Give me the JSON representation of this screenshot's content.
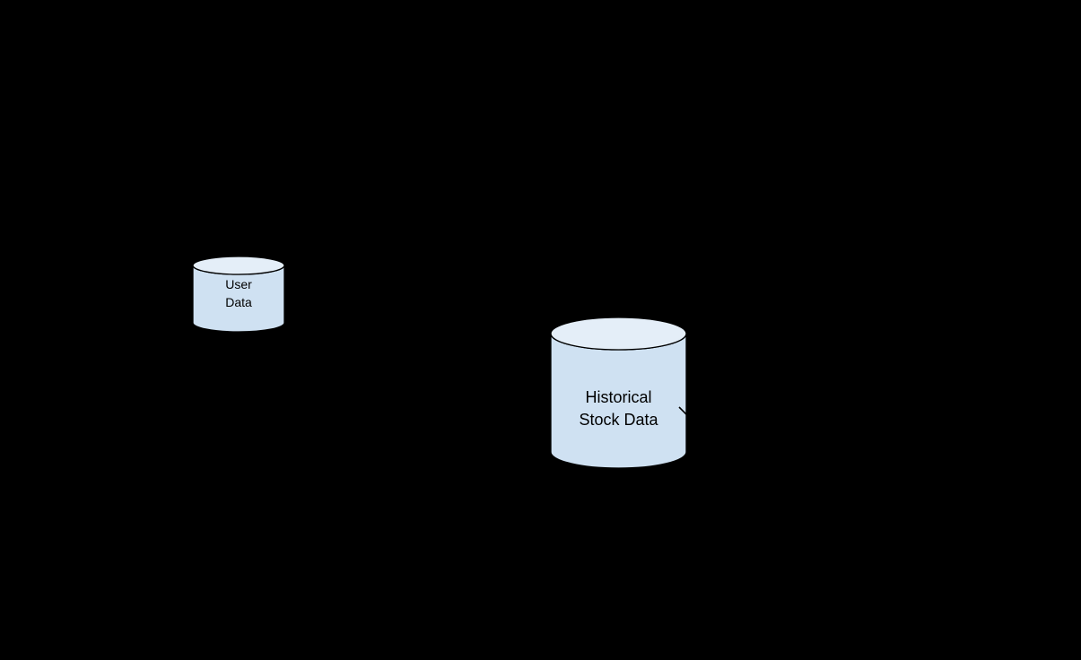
{
  "canvas": {
    "background_color": "#000000"
  },
  "diagram": {
    "nodes": [
      {
        "id": "user-data",
        "shape": "cylinder",
        "lines": [
          "User",
          "Data"
        ],
        "body_fill": "#cfe1f2",
        "top_fill": "#e4eef8",
        "stroke_color": "#000000",
        "text_color": "#000000"
      },
      {
        "id": "historical-stock-data",
        "shape": "cylinder",
        "lines": [
          "Historical",
          "Stock Data"
        ],
        "body_fill": "#cfe1f2",
        "top_fill": "#e4eef8",
        "stroke_color": "#000000",
        "text_color": "#000000"
      }
    ],
    "connector_fragment": {
      "color": "#000000"
    }
  }
}
